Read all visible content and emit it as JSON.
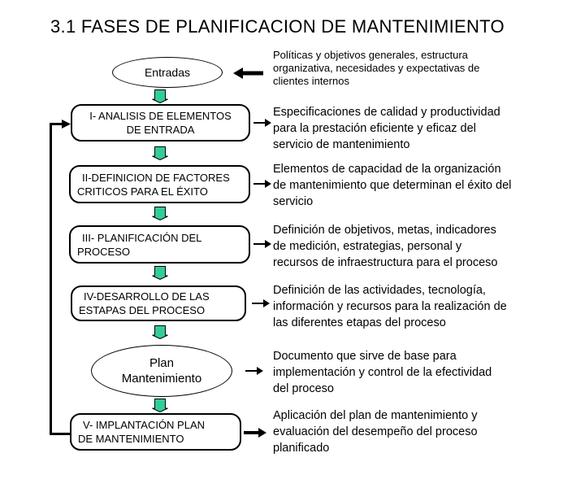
{
  "title": "3.1 FASES DE PLANIFICACION DE MANTENIMIENTO",
  "colors": {
    "background": "#FFFFFF",
    "line": "#000000",
    "arrow_fill": "#33CC99"
  },
  "icons": {
    "down_arrow": "green block arrow pointing down",
    "right_arrow": "black arrow pointing right",
    "left_arrow": "black arrow pointing left"
  },
  "entradas": {
    "label": "Entradas",
    "description": "Políticas y objetivos generales, estructura\norganizativa, necesidades y expectativas de\nclientes internos"
  },
  "phases": [
    {
      "label": "I- ANALISIS DE ELEMENTOS\nDE ENTRADA",
      "description": "Especificaciones de calidad y productividad\npara la prestación eficiente y eficaz del\nservicio de mantenimiento"
    },
    {
      "label": "II-DEFINICION DE FACTORES\nCRITICOS PARA EL ÉXITO",
      "description": "Elementos de capacidad de la organización\nde mantenimiento que determinan el éxito del\nservicio"
    },
    {
      "label": "III- PLANIFICACIÓN DEL\nPROCESO",
      "description": "Definición de objetivos, metas, indicadores\nde medición, estrategias, personal y\nrecursos de infraestructura para el proceso"
    },
    {
      "label": "IV-DESARROLLO DE LAS\nESTAPAS DEL PROCESO",
      "description": "Definición de las actividades, tecnología,\ninformación y recursos para la realización de\nlas diferentes etapas del proceso"
    },
    {
      "label": "V- IMPLANTACIÓN PLAN\nDE MANTENIMIENTO",
      "description": "Aplicación del plan de mantenimiento y\nevaluación del desempeño del proceso\nplanificado"
    }
  ],
  "plan": {
    "label": "Plan\nMantenimiento",
    "description": "Documento que sirve de base para\nimplementación y control de la efectividad\ndel proceso"
  }
}
